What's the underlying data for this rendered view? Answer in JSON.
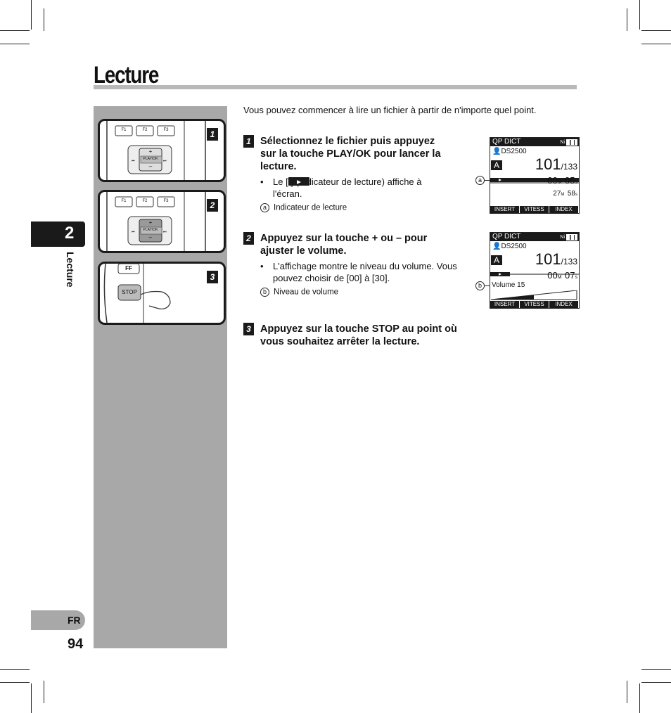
{
  "page": {
    "title": "Lecture",
    "chapter_number": "2",
    "chapter_label": "Lecture",
    "language": "FR",
    "page_number": "94"
  },
  "intro": "Vous pouvez commencer à lire un fichier à partir de n'importe quel point.",
  "steps": [
    {
      "num": "1",
      "line1": "Sélectionnez le fichier puis appuyez",
      "line2": "sur la touche PLAY/OK pour lancer la",
      "line3": "lecture.",
      "bullet_line1": "Le [   ] (Indicateur de lecture) affiche à",
      "bullet_line2": "l'écran.",
      "note_marker": "a",
      "note": "Indicateur de lecture"
    },
    {
      "num": "2",
      "line1": "Appuyez sur la touche + ou – pour",
      "line2": "ajuster le volume.",
      "bullet_line1": "L'affichage montre le niveau du volume. Vous",
      "bullet_line2": "pouvez choisir de [00] à [30].",
      "note_marker": "b",
      "note": "Niveau de volume"
    },
    {
      "num": "3",
      "line1": "Appuyez sur la touche STOP au point où",
      "line2": "vous souhaitez arrêter la lecture."
    }
  ],
  "figures": [
    {
      "num": "1",
      "buttons": [
        "F1",
        "F2",
        "F3"
      ],
      "center_label": "PLAY/OK",
      "plus": "+",
      "minus": "–"
    },
    {
      "num": "2",
      "buttons": [
        "F1",
        "F2",
        "F3"
      ],
      "center_label": "PLAY/OK",
      "plus": "+",
      "minus": "–"
    },
    {
      "num": "3",
      "top_button": "FF",
      "stop_button": "STOP"
    }
  ],
  "lcd1": {
    "folder": "QP DICT",
    "battery": "Ni",
    "author": "DS2500",
    "letter": "A",
    "file": "101",
    "total": "/133",
    "time_min": "00",
    "m1": "M",
    "time_sec": "05",
    "s1": "s",
    "len_min": "27",
    "m2": "M",
    "len_sec": "58",
    "s2": "s",
    "foot": [
      "INSERT",
      "VITESS",
      "INDEX"
    ],
    "marker": "a"
  },
  "lcd2": {
    "folder": "QP DICT",
    "battery": "Ni",
    "author": "DS2500",
    "letter": "A",
    "file": "101",
    "total": "/133",
    "time_min": "00",
    "m1": "M",
    "time_sec": "07",
    "s1": "s",
    "volume": "Volume 15",
    "volume_level": 0.5,
    "foot": [
      "INSERT",
      "VITESS",
      "INDEX"
    ],
    "marker": "b"
  }
}
